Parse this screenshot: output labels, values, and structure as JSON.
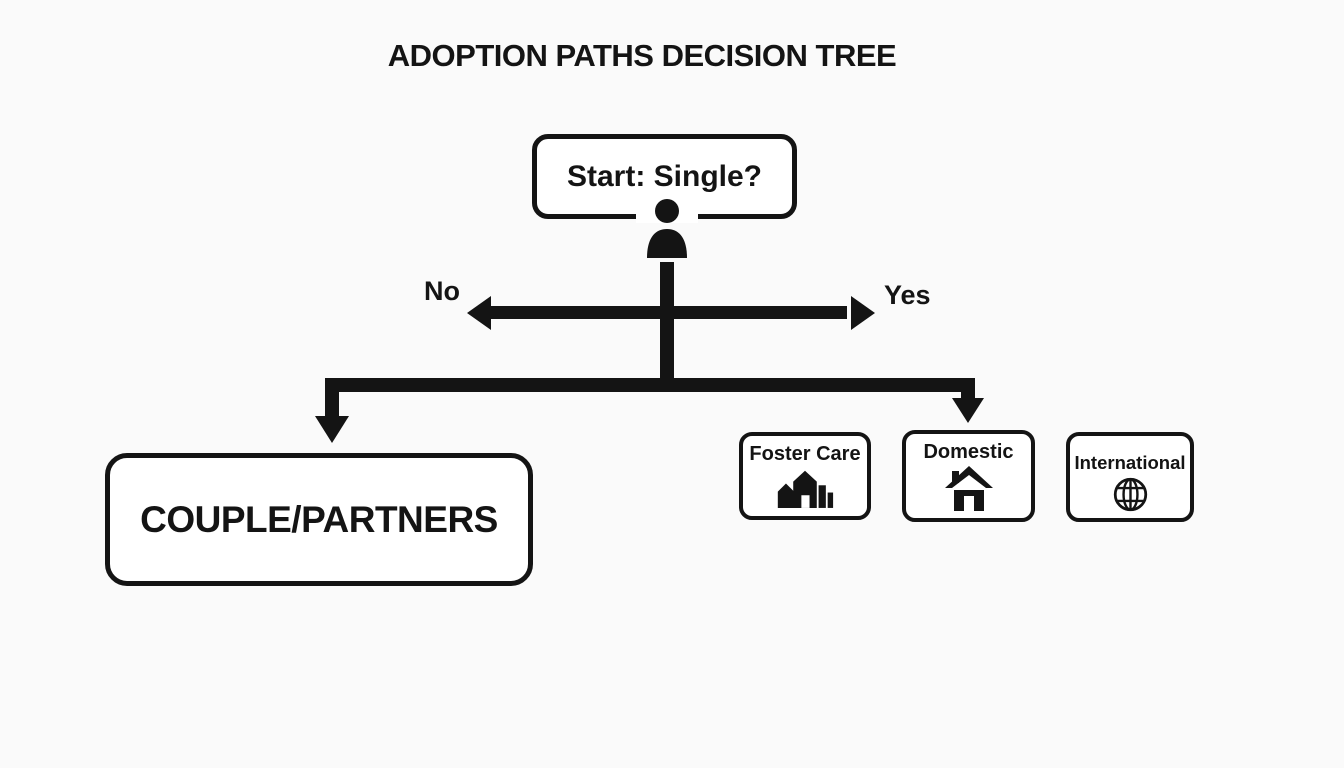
{
  "title": "ADOPTION PATHS DECISION TREE",
  "root": {
    "label": "Start: Single?",
    "icon": "person-icon"
  },
  "decision": {
    "no_label": "No",
    "yes_label": "Yes"
  },
  "outcomes": {
    "no_branch": {
      "label": "COUPLE/PARTNERS"
    },
    "yes_branch": [
      {
        "label": "Foster Care",
        "icon": "houses-icon"
      },
      {
        "label": "Domestic",
        "icon": "house-icon"
      },
      {
        "label": "International",
        "icon": "globe-icon"
      }
    ]
  },
  "colors": {
    "ink": "#141414",
    "background": "#fafafa",
    "box_fill": "#ffffff"
  }
}
